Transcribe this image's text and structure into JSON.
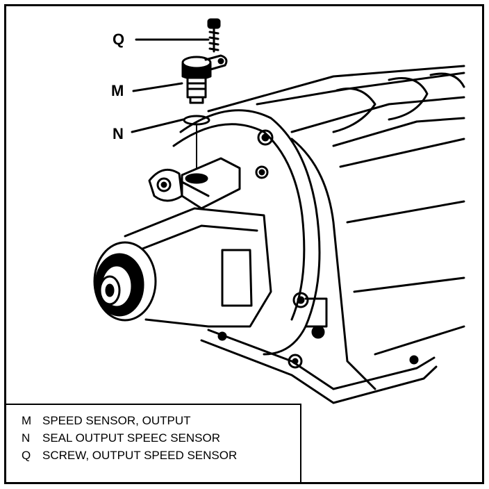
{
  "callouts": {
    "q": "Q",
    "m": "M",
    "n": "N"
  },
  "legend": [
    {
      "key": "M",
      "text": "SPEED SENSOR, OUTPUT"
    },
    {
      "key": "N",
      "text": "SEAL OUTPUT SPEEC SENSOR"
    },
    {
      "key": "Q",
      "text": "SCREW, OUTPUT SPEED SENSOR"
    }
  ]
}
